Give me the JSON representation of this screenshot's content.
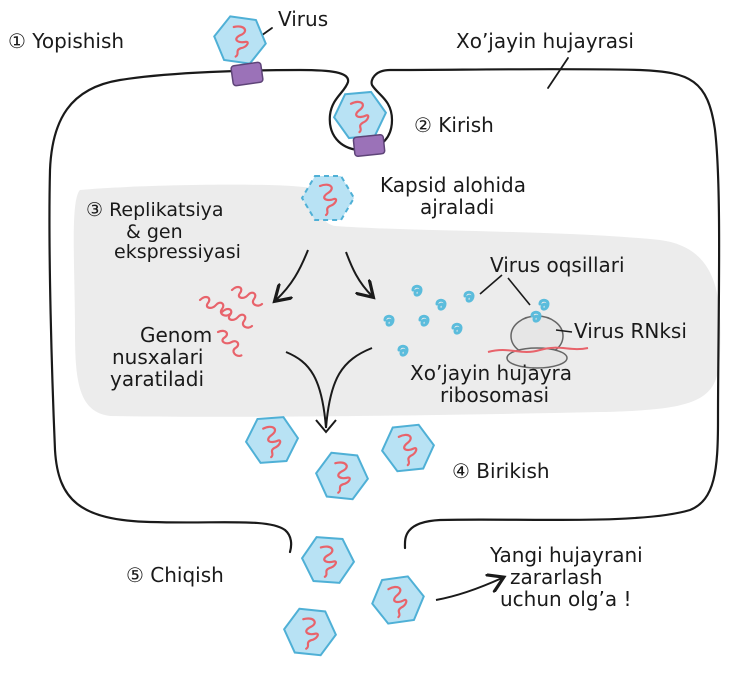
{
  "colors": {
    "capsid_fill": "#b8e2f4",
    "capsid_stroke": "#4fb0d6",
    "rna": "#e8636b",
    "receptor": "#9b72b8",
    "cytoplasm_zone": "#ececec",
    "protein": "#5bbcdc",
    "ribosome": "#e6e6e6"
  },
  "icons": [
    "virus-capsid-icon",
    "receptor-icon",
    "rna-strand-icon",
    "viral-protein-icon",
    "ribosome-icon",
    "arrow-icon"
  ],
  "labels": {
    "attachment": "① Yopishish",
    "virus": "Virus",
    "host_cell": "Xo’jayin hujayrasi",
    "entry": "② Kirish",
    "uncoating_line1": "Kapsid alohida",
    "uncoating_line2": "ajraladi",
    "replication_line1": "③ Replikatsiya",
    "replication_line2": "& gen",
    "replication_line3": "ekspressiyasi",
    "viral_proteins": "Virus oqsillari",
    "viral_rna": "Virus RNksi",
    "genome_line1": "Genom",
    "genome_line2": "nusxalari",
    "genome_line3": "yaratiladi",
    "ribosome_line1": "Xo’jayin hujayra",
    "ribosome_line2": "ribosomasi",
    "assembly": "④ Birikish",
    "exit": "⑤ Chiqish",
    "new_cell_line1": "Yangi hujayrani",
    "new_cell_line2": "zararlash",
    "new_cell_line3": "uchun olg’a !"
  }
}
